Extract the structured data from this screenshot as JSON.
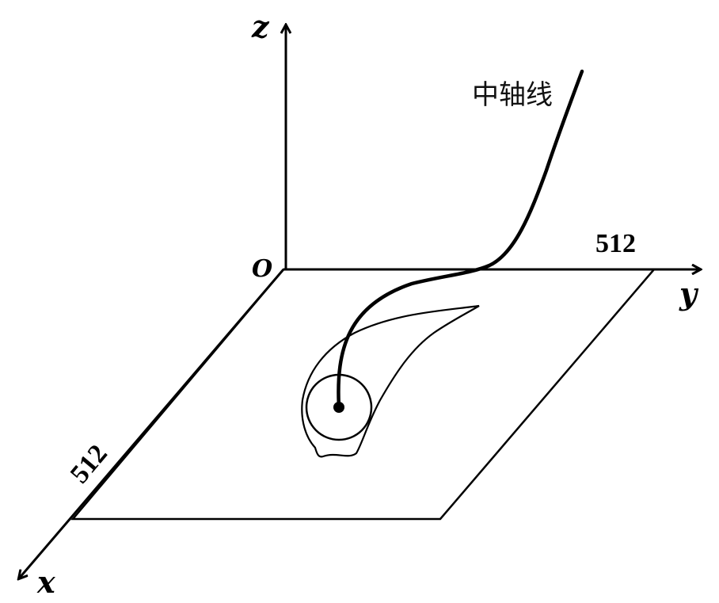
{
  "axes": {
    "z_label": "z",
    "y_label": "y",
    "x_label": "x",
    "origin_label": "O"
  },
  "plane": {
    "y_extent_label": "512",
    "x_extent_label": "512"
  },
  "curve": {
    "label": "中轴线"
  },
  "colors": {
    "stroke": "#000000",
    "background": "#ffffff"
  }
}
